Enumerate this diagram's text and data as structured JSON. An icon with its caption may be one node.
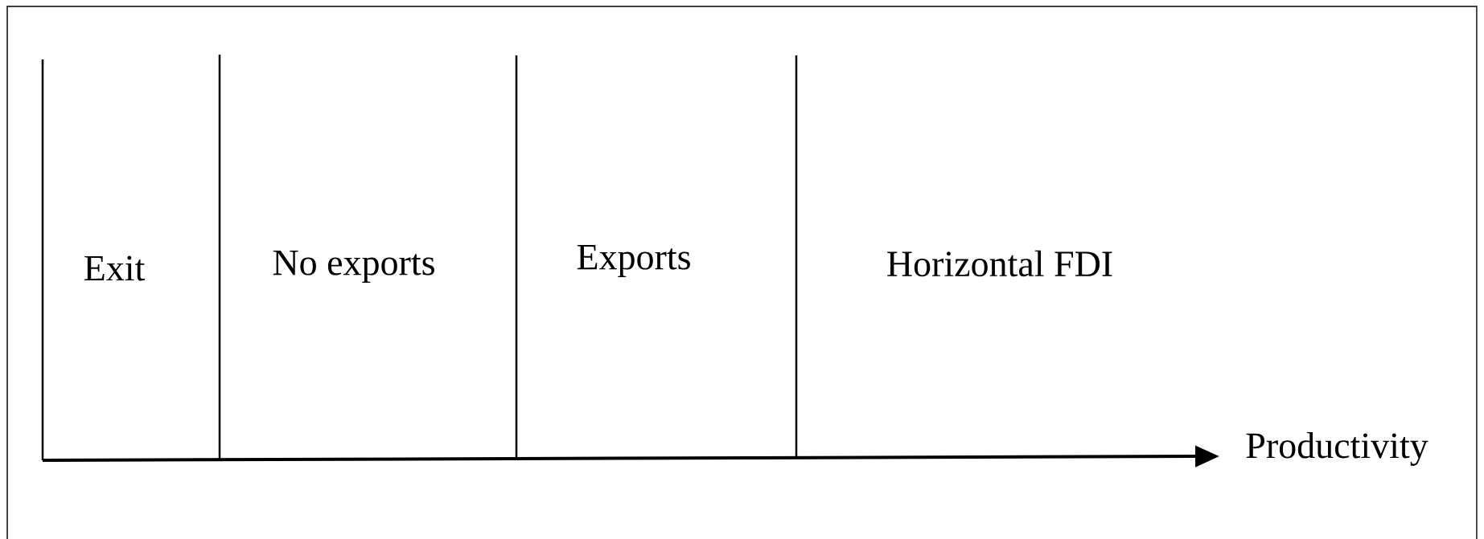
{
  "diagram": {
    "labels": [
      "Exit",
      "No exports",
      "Exports",
      "Horizontal FDI",
      "Productivity"
    ]
  }
}
